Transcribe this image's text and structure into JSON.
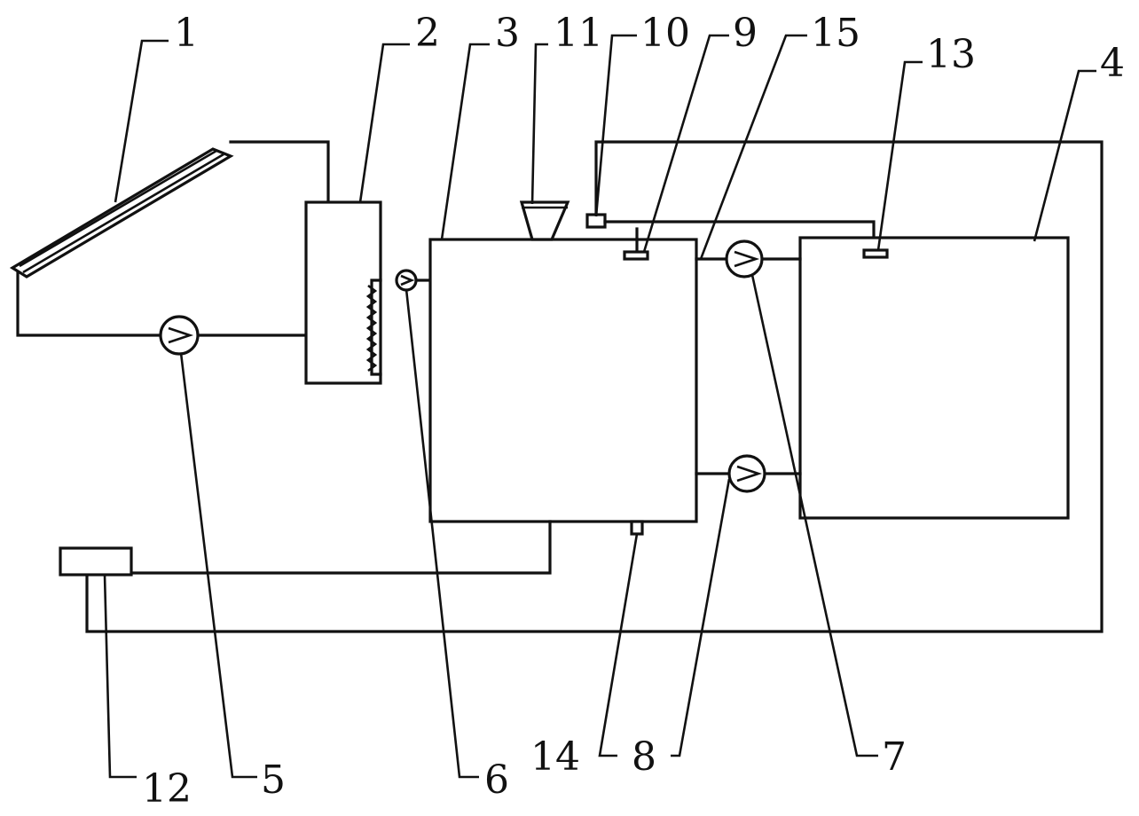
{
  "labels": {
    "l1": "1",
    "l2": "2",
    "l3": "3",
    "l4": "4",
    "l5": "5",
    "l6": "6",
    "l7": "7",
    "l8": "8",
    "l9": "9",
    "l10": "10",
    "l11": "11",
    "l12": "12",
    "l13": "13",
    "l14": "14",
    "l15": "15"
  },
  "colors": {
    "line": "#111111",
    "background": "#ffffff"
  }
}
